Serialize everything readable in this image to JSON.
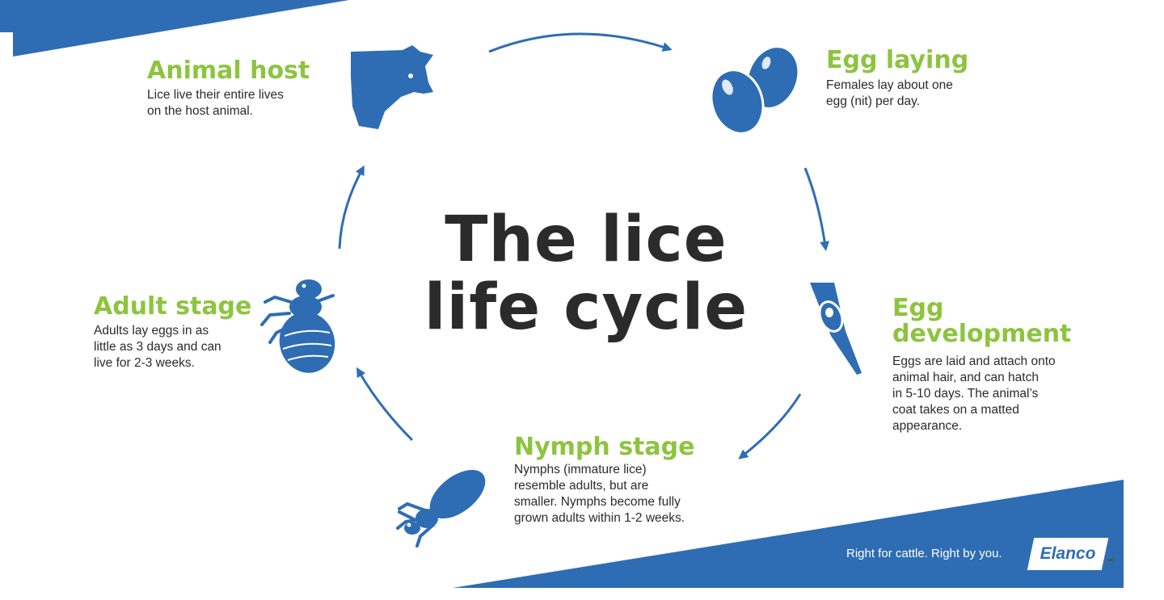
{
  "colors": {
    "blue": "#2e6db4",
    "green": "#8dc43f",
    "text": "#2b2b2b"
  },
  "title": [
    "The lice",
    "life cycle"
  ],
  "stages": {
    "animal_host": {
      "title": "Animal host",
      "desc": [
        "Lice live their entire lives",
        "on the host animal."
      ],
      "icon": "cow-head-icon"
    },
    "egg_laying": {
      "title": "Egg laying",
      "desc": [
        "Females lay about one",
        "egg (nit) per day."
      ],
      "icon": "eggs-icon"
    },
    "egg_development": {
      "title": [
        "Egg",
        "development"
      ],
      "desc": [
        "Eggs are laid and attach onto",
        "animal hair, and can hatch",
        "in 5-10 days. The animal’s",
        "coat takes on a matted",
        "appearance."
      ],
      "icon": "nit-on-hair-icon"
    },
    "nymph_stage": {
      "title": "Nymph stage",
      "desc": [
        "Nymphs (immature lice)",
        "resemble adults, but are",
        "smaller. Nymphs become fully",
        "grown adults within 1-2 weeks."
      ],
      "icon": "nymph-louse-icon"
    },
    "adult_stage": {
      "title": "Adult stage",
      "desc": [
        "Adults lay eggs in as",
        "little as 3 days and can",
        "live for 2-3 weeks."
      ],
      "icon": "adult-louse-icon"
    }
  },
  "footer": {
    "tagline": "Right for cattle. Right by you.",
    "logo": "Elanco"
  }
}
